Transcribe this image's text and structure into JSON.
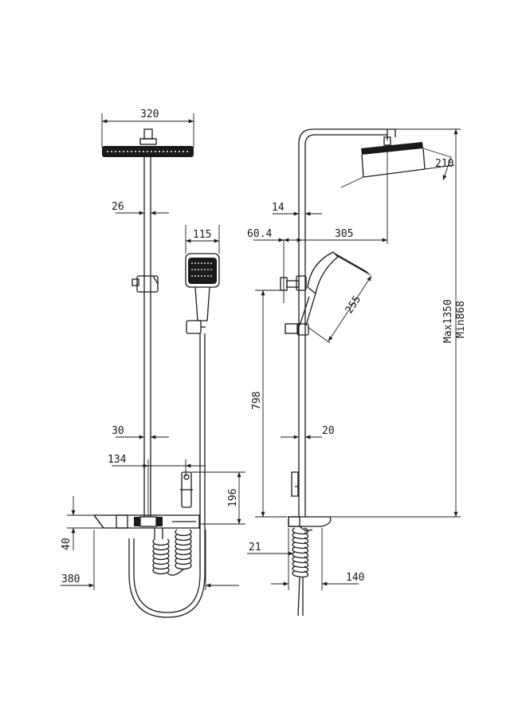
{
  "front_view": {
    "dim_head_width": "320",
    "dim_pipe_upper": "26",
    "dim_hand_shower": "115",
    "dim_pipe_lower": "30",
    "dim_offset": "134",
    "dim_spout_height": "196",
    "dim_shelf_height": "40",
    "dim_shelf_width": "380"
  },
  "side_view": {
    "dim_head_tilt": "210",
    "dim_pipe_top": "14",
    "dim_wall_offset": "60.4",
    "dim_arm_reach": "305",
    "dim_hand_shower_length": "255",
    "dim_slide_range": "798",
    "dim_pipe_bottom": "20",
    "dim_height_max": "Max1350",
    "dim_height_min": "Min868",
    "dim_hose_diameter": "21",
    "dim_depth": "140"
  }
}
